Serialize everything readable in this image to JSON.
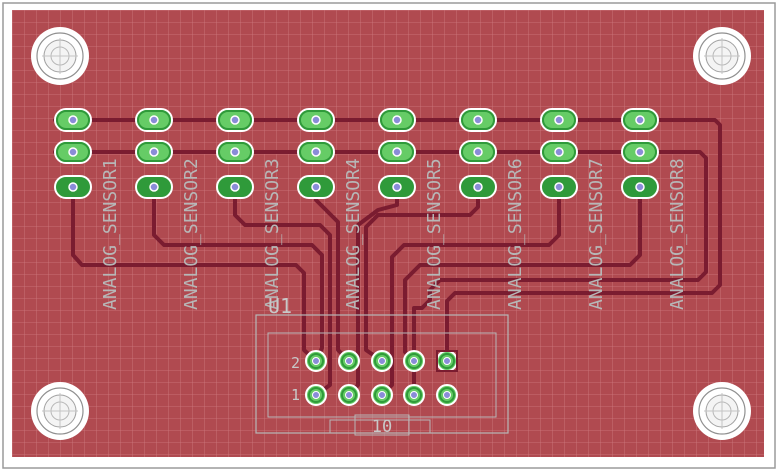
{
  "board": {
    "colors": {
      "background": "#ffffff",
      "outline": "#9a9a9a",
      "pour": "#b04a50",
      "grid": "#d98a8f",
      "trace": "#7a1c30",
      "pad_green": "#2f9a3a",
      "pad_light": "#66cc66",
      "via": "#8a8cd8",
      "silk": "#b7b7b7",
      "mount_ring": "#ffffff"
    },
    "sensors": [
      {
        "label": "ANALOG_SENSOR1"
      },
      {
        "label": "ANALOG_SENSOR2"
      },
      {
        "label": "ANALOG_SENSOR3"
      },
      {
        "label": "ANALOG_SENSOR4"
      },
      {
        "label": "ANALOG_SENSOR5"
      },
      {
        "label": "ANALOG_SENSOR6"
      },
      {
        "label": "ANALOG_SENSOR7"
      },
      {
        "label": "ANALOG_SENSOR8"
      }
    ],
    "connector": {
      "ref": "U1",
      "pin_label_top": "2",
      "pin_label_bottom": "1",
      "pin_count_label": "10",
      "icon": "box-header-10-pin"
    },
    "mounting_holes": 4
  }
}
